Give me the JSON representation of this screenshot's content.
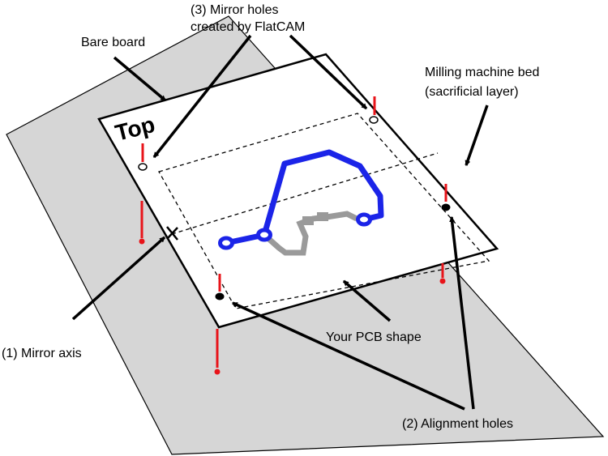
{
  "labels": {
    "bare_board": "Bare board",
    "mirror_holes_line1": "(3) Mirror holes",
    "mirror_holes_line2": "created by FlatCAM",
    "milling_bed_line1": "Milling machine bed",
    "milling_bed_line2": "(sacrificial layer)",
    "top": "Top",
    "mirror_axis": "(1) Mirror axis",
    "pcb_shape": "Your PCB shape",
    "alignment_holes": "(2) Alignment holes"
  },
  "colors": {
    "bed_fill": "#d6d6d6",
    "board_fill": "#ffffff",
    "outline": "#000000",
    "top_trace": "#1b24e8",
    "bottom_trace": "#9a9a9a",
    "pin": "#e8141a"
  }
}
